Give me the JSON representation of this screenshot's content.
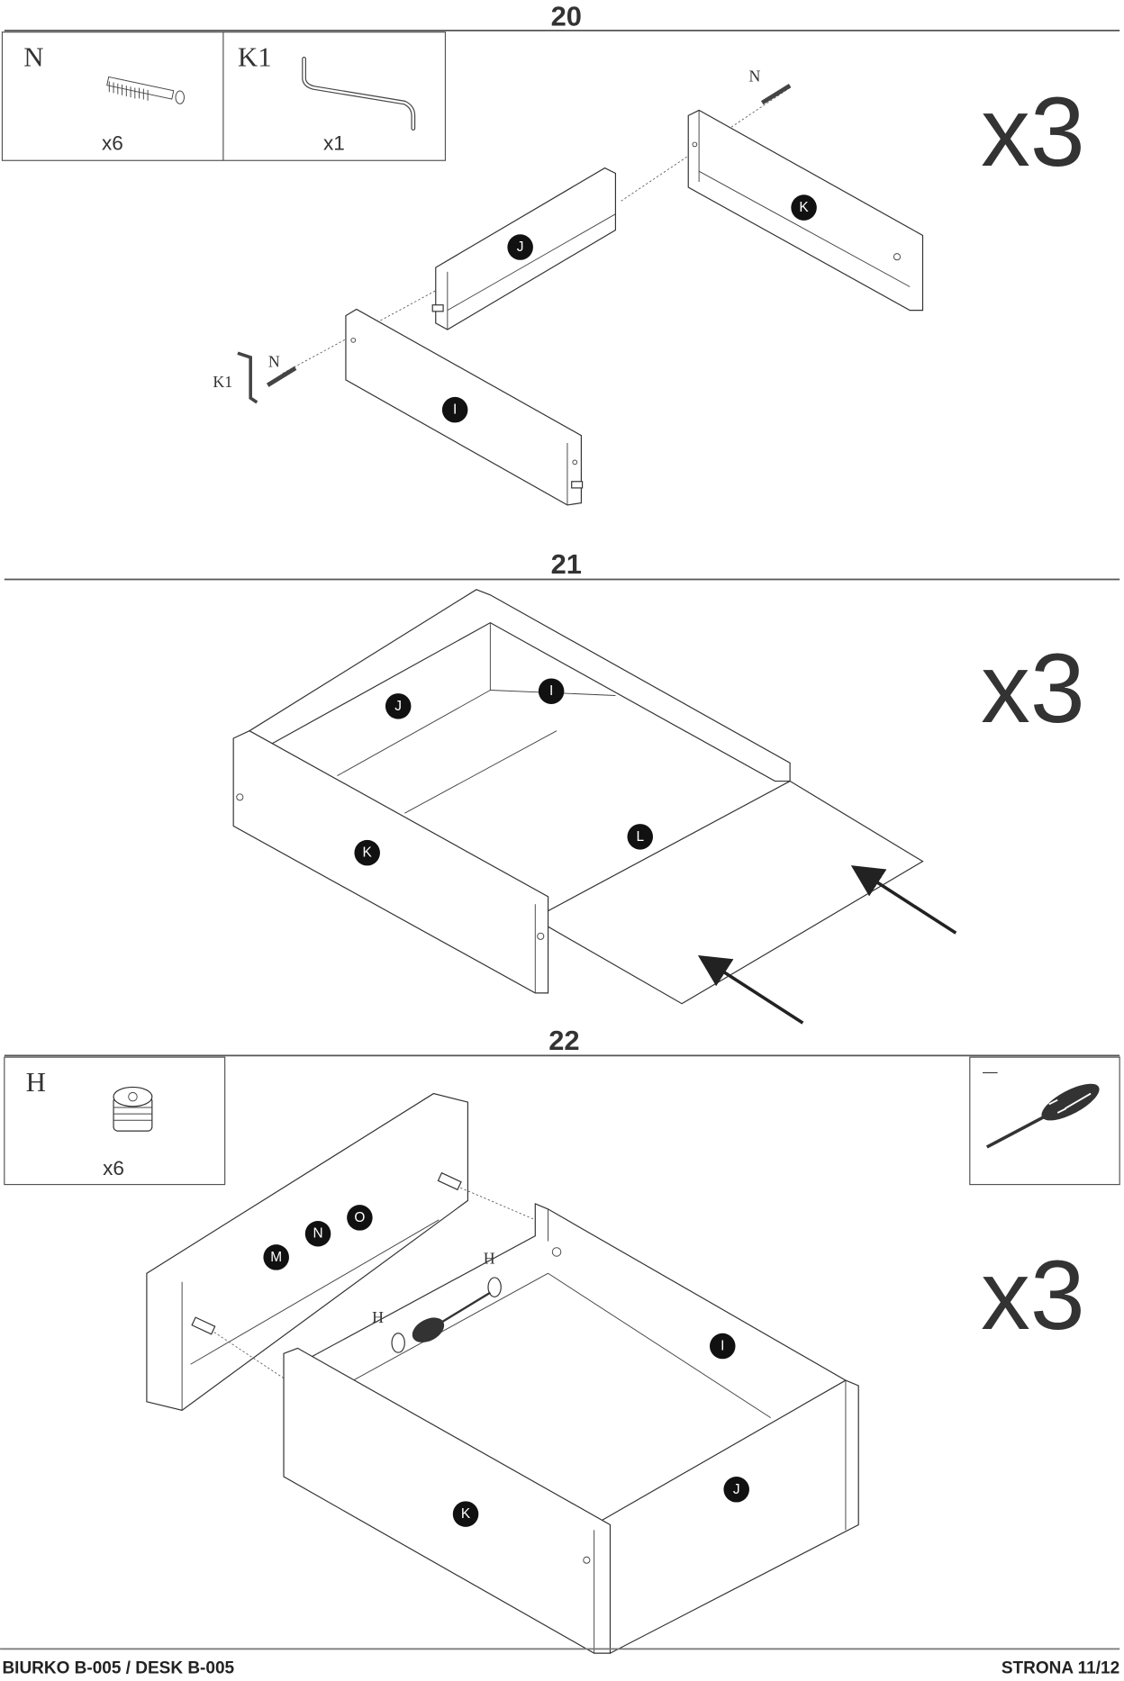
{
  "steps": [
    {
      "number": "20",
      "multiplier": "x3",
      "parts": [
        {
          "code": "N",
          "qty": "x6",
          "icon": "screw-icon"
        },
        {
          "code": "K1",
          "qty": "x1",
          "icon": "allen-key-icon"
        }
      ],
      "callouts": {
        "screw_top": "N",
        "screw_left": "N",
        "key": "K1"
      },
      "panels": [
        "J",
        "K",
        "I"
      ]
    },
    {
      "number": "21",
      "multiplier": "x3",
      "panels": [
        "J",
        "I",
        "K",
        "L"
      ]
    },
    {
      "number": "22",
      "multiplier": "x3",
      "parts": [
        {
          "code": "H",
          "qty": "x6",
          "icon": "cam-lock-icon"
        }
      ],
      "tool": {
        "label": "—",
        "icon": "screwdriver-icon"
      },
      "callouts": {
        "cam_upper": "H",
        "cam_lower": "H"
      },
      "panels": [
        "M",
        "N",
        "O",
        "I",
        "J",
        "K"
      ]
    }
  ],
  "footer": {
    "left": "BIURKO B-005 / DESK B-005",
    "right": "STRONA 11/12"
  }
}
